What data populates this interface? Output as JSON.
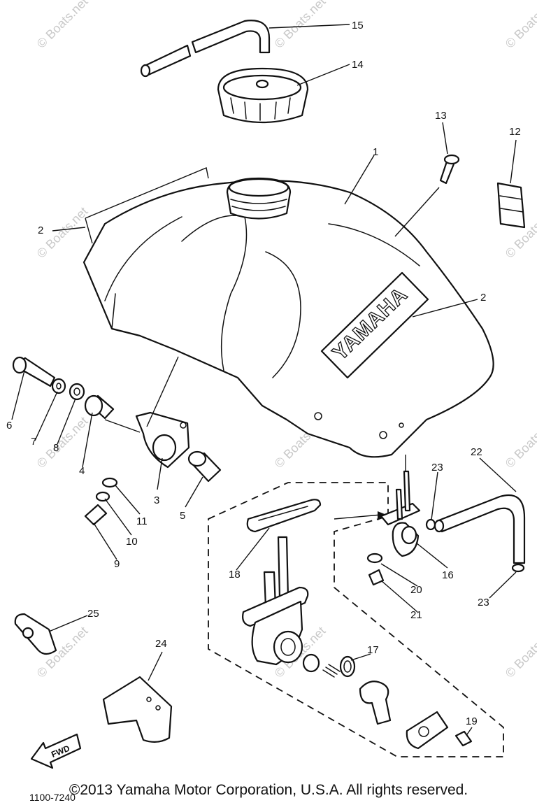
{
  "diagram": {
    "drawing_code": "1100-7240",
    "brand_text": "YAMAHA",
    "fwd_label": "FWD",
    "watermark": "© Boats.net",
    "copyright": "©2013 Yamaha Motor Corporation, U.S.A. All rights reserved.",
    "callouts": [
      "15",
      "14",
      "13",
      "12",
      "1",
      "2",
      "2",
      "6",
      "7",
      "8",
      "4",
      "3",
      "5",
      "11",
      "10",
      "9",
      "22",
      "23",
      "16",
      "20",
      "21",
      "23",
      "18",
      "17",
      "19",
      "25",
      "24"
    ]
  }
}
